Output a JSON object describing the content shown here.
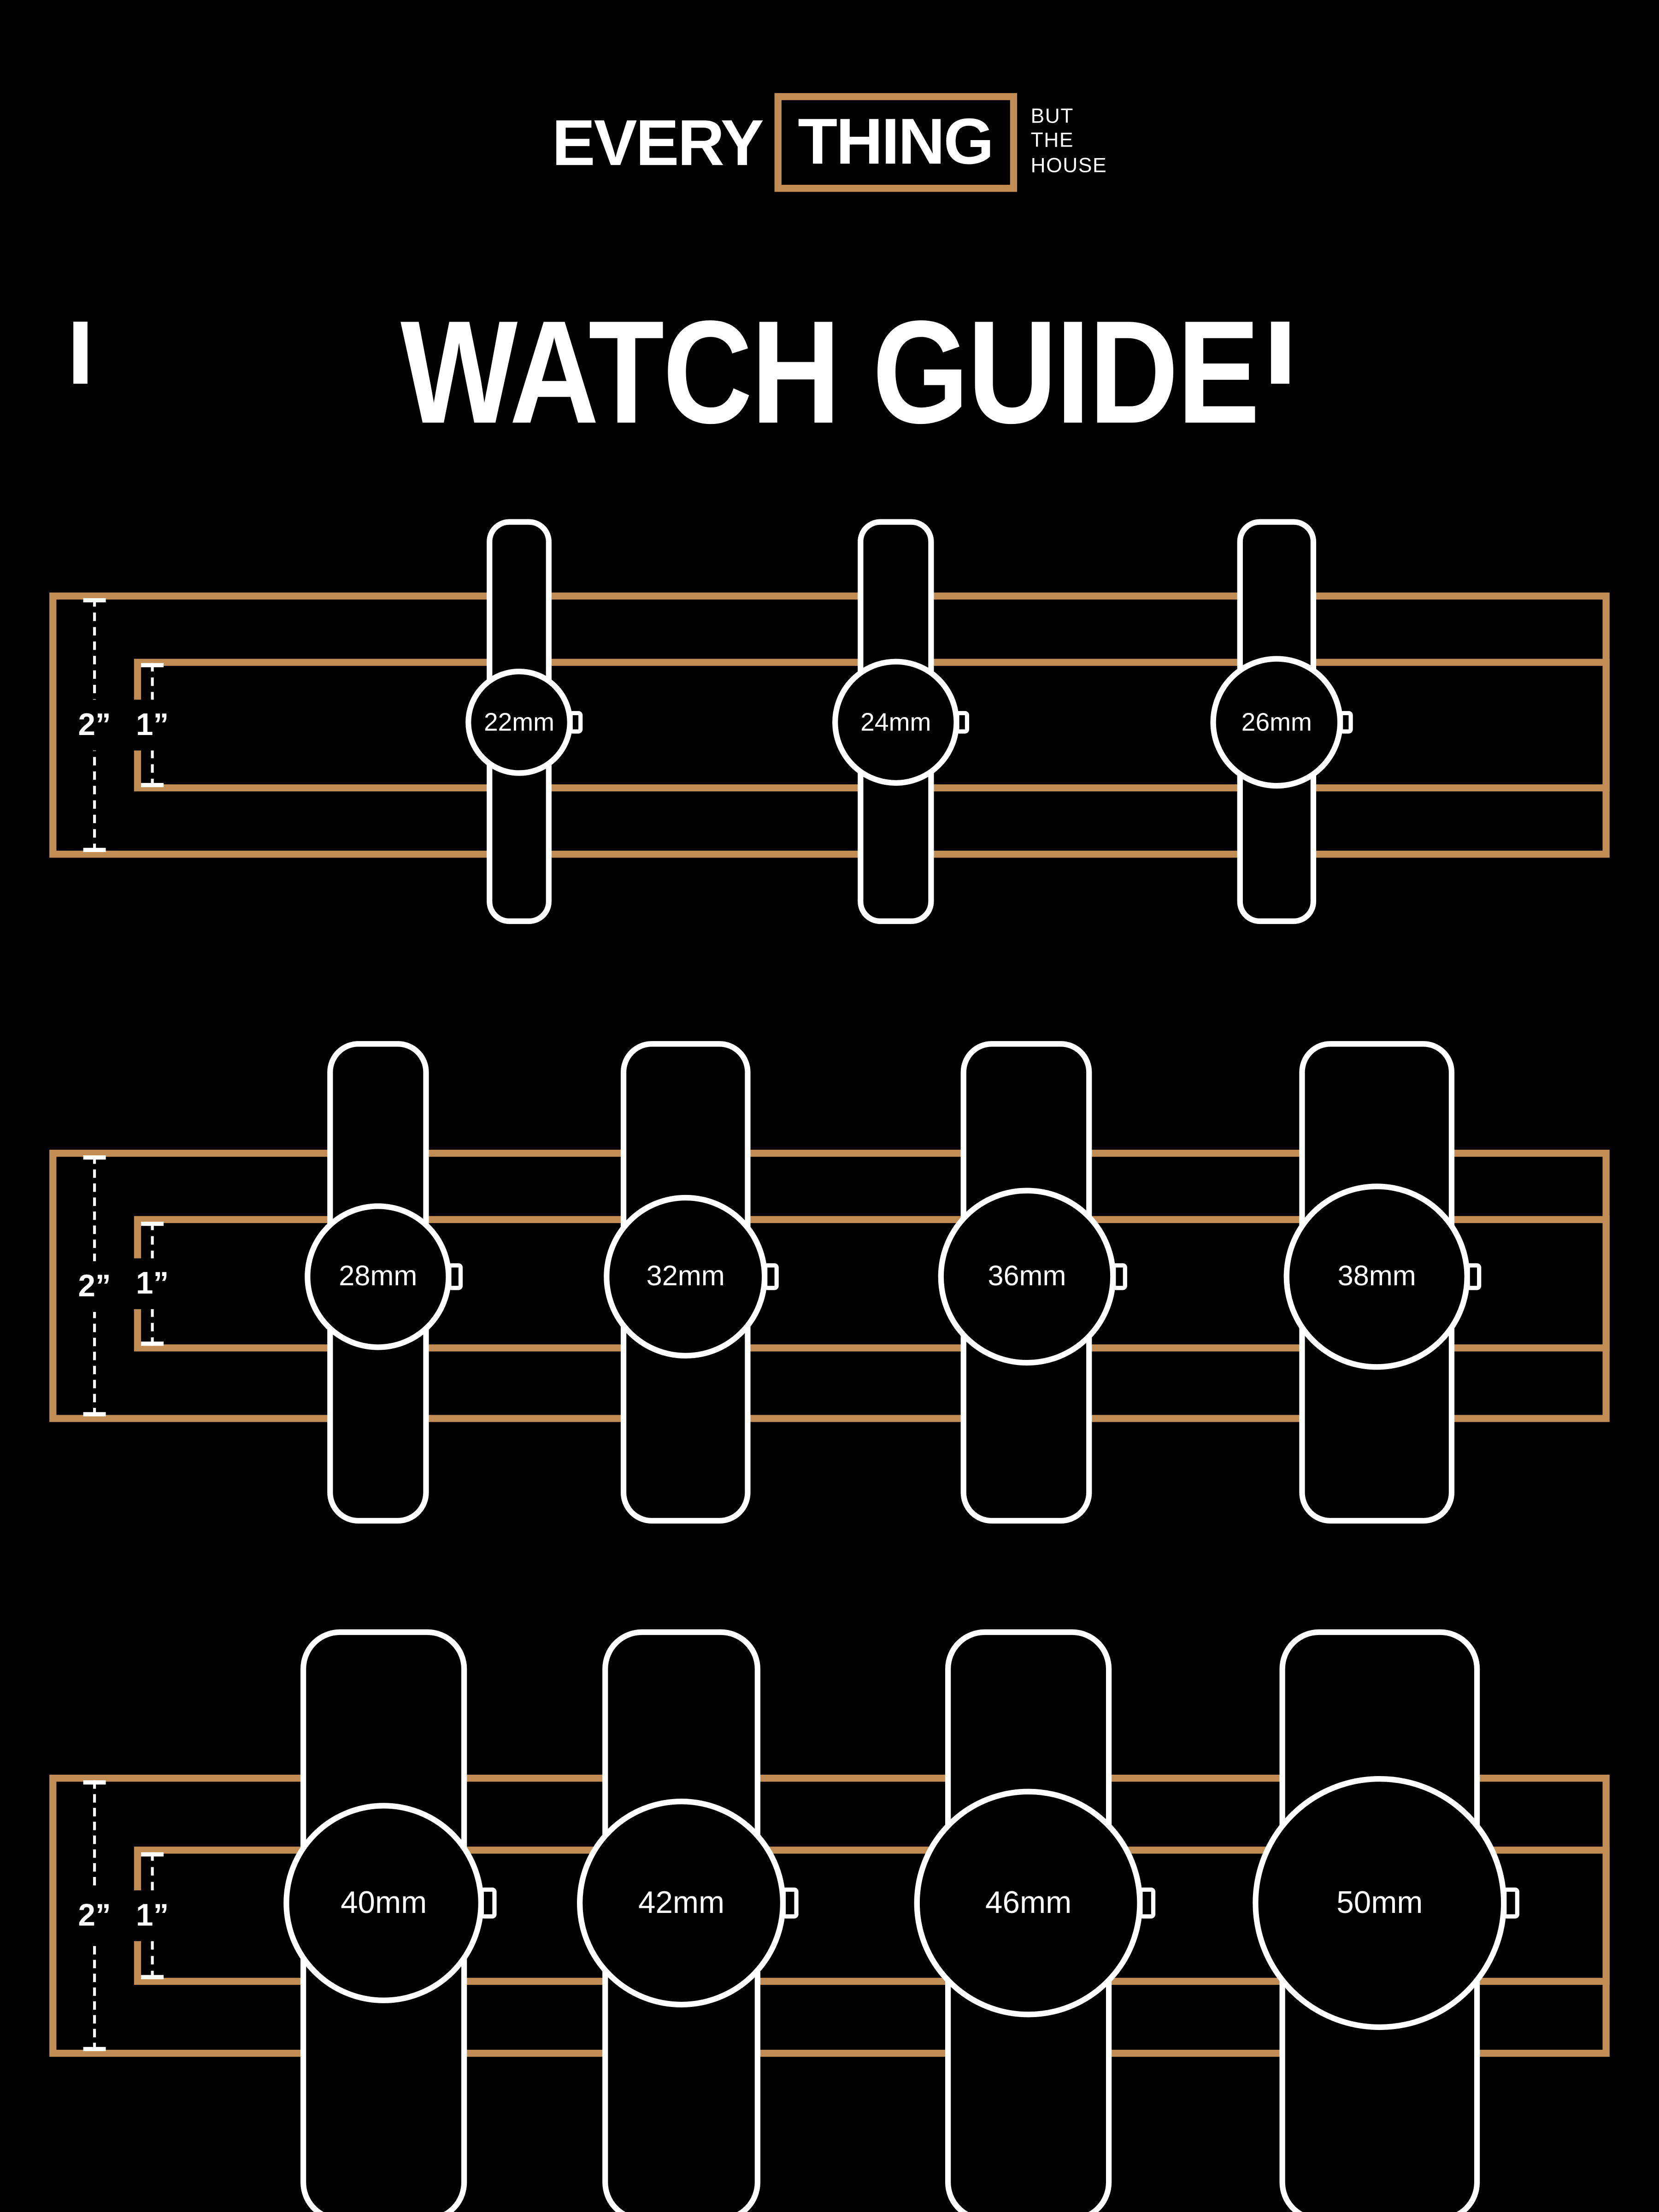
{
  "brand": {
    "word1": "EVERY",
    "word2": "THING",
    "tagline_lines": [
      "BUT",
      "THE",
      "HOUSE"
    ]
  },
  "title": "WATCH GUIDE",
  "colors": {
    "background": "#000000",
    "gold": "#C18D55",
    "white": "#FFFFFF"
  },
  "rows": [
    {
      "outer_label": "2”",
      "inner_label": "1”",
      "watches": [
        {
          "label": "22mm"
        },
        {
          "label": "24mm"
        },
        {
          "label": "26mm"
        }
      ]
    },
    {
      "outer_label": "2”",
      "inner_label": "1”",
      "watches": [
        {
          "label": "28mm"
        },
        {
          "label": "32mm"
        },
        {
          "label": "36mm"
        },
        {
          "label": "38mm"
        }
      ]
    },
    {
      "outer_label": "2”",
      "inner_label": "1”",
      "watches": [
        {
          "label": "40mm"
        },
        {
          "label": "42mm"
        },
        {
          "label": "46mm"
        },
        {
          "label": "50mm"
        }
      ]
    }
  ]
}
